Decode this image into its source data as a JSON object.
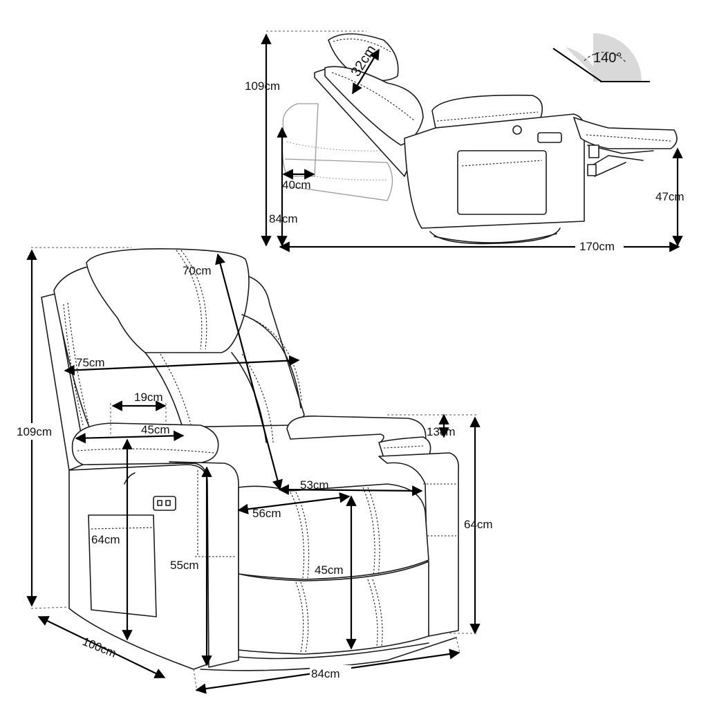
{
  "diagram": {
    "side_view": {
      "height_total": "109cm",
      "height_seat": "84cm",
      "headrest": "32cm",
      "recline_offset": "40cm",
      "recline_angle": "140°",
      "footrest_height": "47cm",
      "length_reclined": "170cm"
    },
    "front_view": {
      "height_total": "109cm",
      "back_height": "70cm",
      "back_width": "75cm",
      "armrest_inner": "19cm",
      "armrest_width": "45cm",
      "armrest_thickness": "13cm",
      "seat_depth": "53cm",
      "seat_width": "56cm",
      "side_height": "64cm",
      "arm_height": "64cm",
      "arm_front_height": "55cm",
      "seat_height": "45cm",
      "depth": "100cm",
      "width": "84cm"
    }
  },
  "colors": {
    "line": "#1a1a1a",
    "ghost": "#9a9a9a",
    "angle_fill": "#d9d9d9"
  }
}
